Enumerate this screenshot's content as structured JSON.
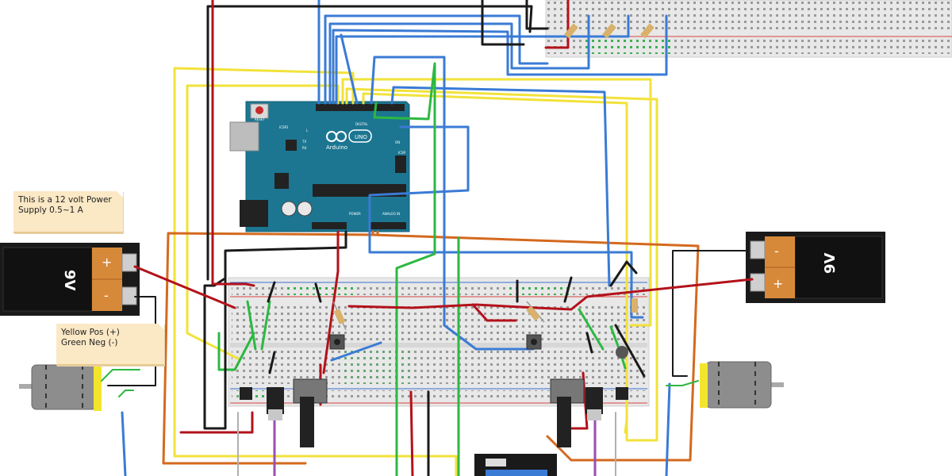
{
  "notes": {
    "power_supply": [
      "This is a 12 volt Power",
      "Supply 0.5~1 A"
    ],
    "motor_wires": [
      "Yellow Pos (+)",
      "Green Neg (-)"
    ]
  },
  "batteries": [
    {
      "label": "9V",
      "plus": "+",
      "minus": "-"
    },
    {
      "label": "9V",
      "plus": "+",
      "minus": "-"
    }
  ],
  "arduino": {
    "brand": "Arduino",
    "model": "UNO",
    "reset": "RESET",
    "icsp2": "ICSP2",
    "icsp": "ICSP",
    "digital": "DIGITAL",
    "power": "POWER",
    "analog_in": "ANALOG IN",
    "on": "ON",
    "l": "L",
    "tx": "TX",
    "rx": "RX"
  },
  "colors": {
    "red": "#b3121b",
    "black": "#1a1a1a",
    "blue": "#3a7bd5",
    "yellow": "#f2e23a",
    "green": "#2db842",
    "orange": "#d4691e",
    "purple": "#9a4fb3",
    "arduino": "#1c7691",
    "battery_orange": "#d7893a",
    "breadboard": "#e6e6e6",
    "motor": "#8d8d8d",
    "terminal_yellow": "#f3e52d"
  }
}
